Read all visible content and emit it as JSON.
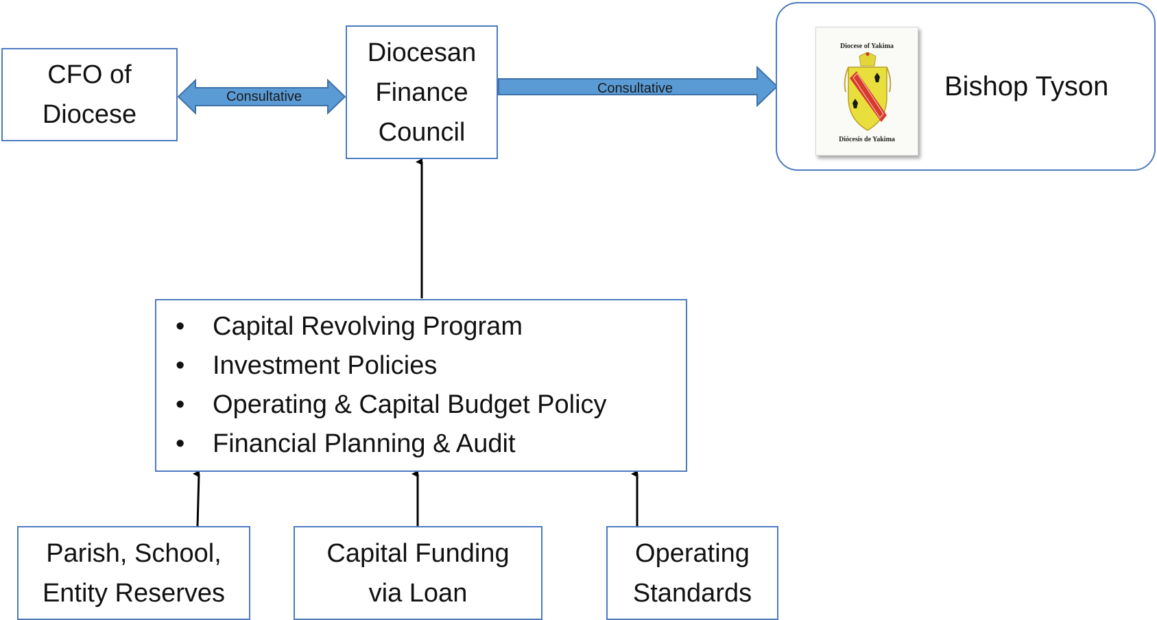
{
  "diagram": {
    "cfo_box": {
      "lines": [
        "CFO of",
        "Diocese"
      ]
    },
    "council_box": {
      "lines": [
        "Diocesan",
        "Finance",
        "Council"
      ]
    },
    "bishop_box": {
      "name": "Bishop Tyson",
      "crest": {
        "top_text": "Diocese of Yakima",
        "bottom_text": "Diócesis de Yakima"
      }
    },
    "arrows": {
      "cfo_council_label": "Consultative",
      "council_bishop_label": "Consultative"
    },
    "program_box": {
      "items": [
        "Capital Revolving Program",
        "Investment Policies",
        "Operating & Capital Budget Policy",
        "Financial Planning & Audit"
      ]
    },
    "input_boxes": {
      "reserves": [
        "Parish, School,",
        "Entity Reserves"
      ],
      "loan": [
        "Capital Funding",
        "via Loan"
      ],
      "standards": [
        "Operating",
        "Standards"
      ]
    },
    "colors": {
      "box_border": "#4a7ac0",
      "wide_arrow_fill": "#5b9bd5",
      "wide_arrow_stroke": "#3d6fa8",
      "connector": "#000000"
    }
  }
}
